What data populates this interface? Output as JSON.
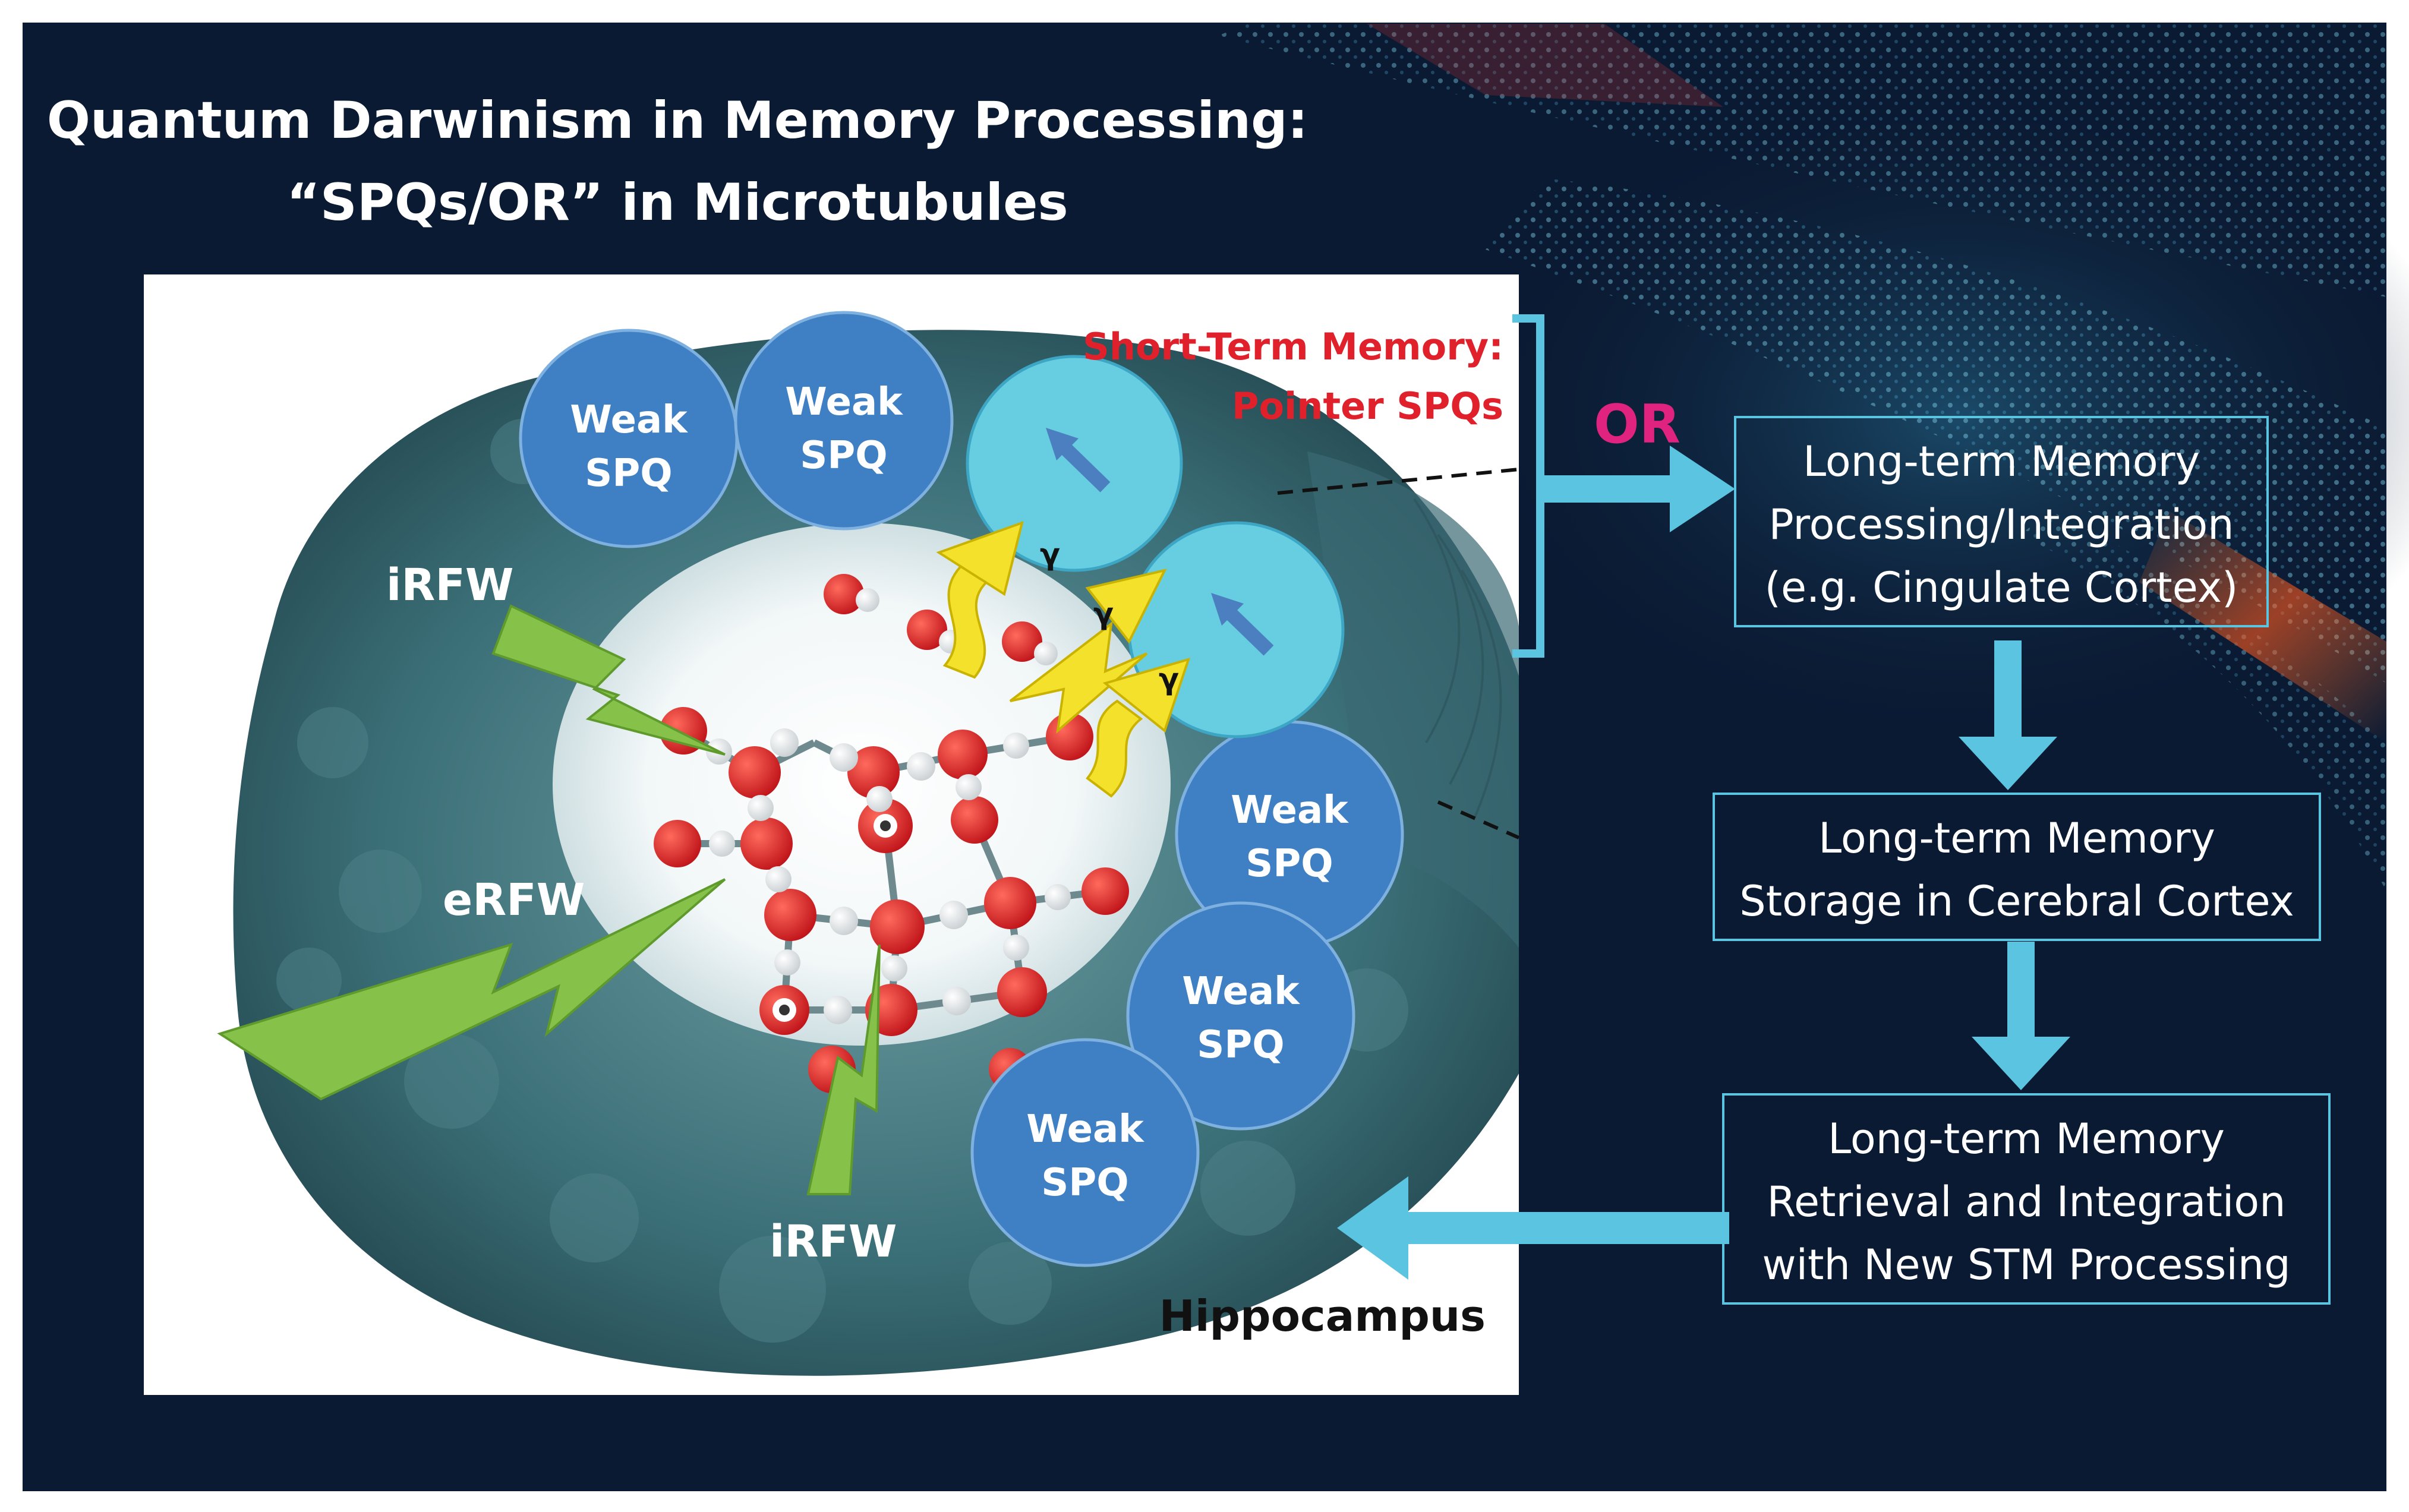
{
  "title": {
    "line1": "Quantum Darwinism in Memory Processing:",
    "line2": "“SPQs/OR” in Microtubules"
  },
  "colors": {
    "background": "#0b1a33",
    "weak_spq": "#3f7fc4",
    "pointer_spq": "#67cde0",
    "flow_arrow": "#5bc4e0",
    "rfw_bolt": "#86c24a",
    "photon": "#f4e12b",
    "oxygen": "#d8221f",
    "short_term_text": "#e0202a",
    "or_text": "#e0237f"
  },
  "labels": {
    "weak_spq_line1": "Weak",
    "weak_spq_line2": "SPQ",
    "short_term_line1": "Short-Term Memory:",
    "short_term_line2": "Pointer SPQs",
    "or": "OR",
    "irfw_top": "iRFW",
    "erfw": "eRFW",
    "irfw_bottom": "iRFW",
    "gamma": "γ",
    "region": "Hippocampus"
  },
  "flow": {
    "box1": [
      "Long-term Memory",
      "Processing/Integration",
      "(e.g. Cingulate Cortex)"
    ],
    "box2": [
      "Long-term Memory",
      "Storage in Cerebral Cortex"
    ],
    "box3": [
      "Long-term Memory",
      "Retrieval and Integration",
      "with New STM Processing"
    ]
  }
}
